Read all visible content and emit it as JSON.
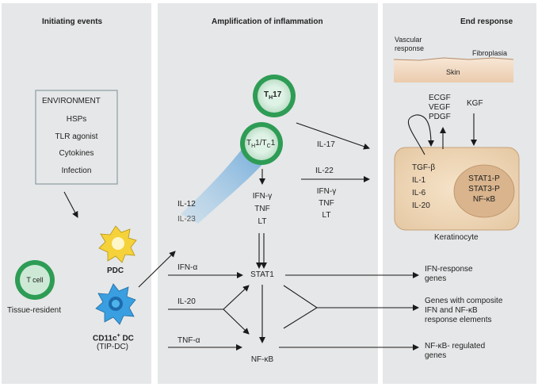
{
  "panels": {
    "initiating": "Initiating events",
    "amplification": "Amplification of inflammation",
    "end": "End response"
  },
  "environment": {
    "title": "ENVIRONMENT",
    "items": [
      "HSPs",
      "TLR agonist",
      "Cytokines",
      "Infection"
    ]
  },
  "cells": {
    "tcell": "T cell",
    "tissue_resident": "Tissue-resident",
    "pdc": "PDC",
    "cd11c_main": "CD11c",
    "cd11c_sup": "+",
    "cd11c_tail": " DC",
    "tipdc": "(TIP-DC)",
    "th17_base": "T",
    "th17_sub": "H",
    "th17_tail": "17",
    "th1_base": "T",
    "th1_sub": "H",
    "th1_mid": "1/T",
    "th1_sub2": "C",
    "th1_tail": "1"
  },
  "cytokines": {
    "il12": "IL-12",
    "il23": "IL-23",
    "ifng": "IFN-γ",
    "tnf": "TNF",
    "lt": "LT",
    "il17": "IL-17",
    "il22": "IL-22",
    "ifng2": "IFN-γ",
    "tnf2": "TNF",
    "lt2": "LT",
    "ifna": "IFN-α",
    "il20": "IL-20",
    "tnfa": "TNF-α"
  },
  "signaling": {
    "stat1": "STAT1",
    "nfkb": "NF-κB"
  },
  "outcomes": {
    "ifn_l1": "IFN-response",
    "ifn_l2": "genes",
    "comp_l1": "Genes with composite",
    "comp_l2": "IFN and NF-κB",
    "comp_l3": "response elements",
    "nfkb_l1": "NF-κB- regulated",
    "nfkb_l2": "genes"
  },
  "end": {
    "vascular_l1": "Vascular",
    "vascular_l2": "response",
    "fibroplasia": "Fibroplasia",
    "skin": "Skin",
    "ecgf": "ECGF",
    "vegf": "VEGF",
    "pdgf": "PDGF",
    "kgf": "KGF",
    "keratinocyte": "Keratinocyte",
    "k_left": [
      "TGF-β",
      "IL-1",
      "IL-6",
      "IL-20"
    ],
    "k_right": [
      "STAT1-P",
      "STAT3-P",
      "NF-κB"
    ]
  }
}
